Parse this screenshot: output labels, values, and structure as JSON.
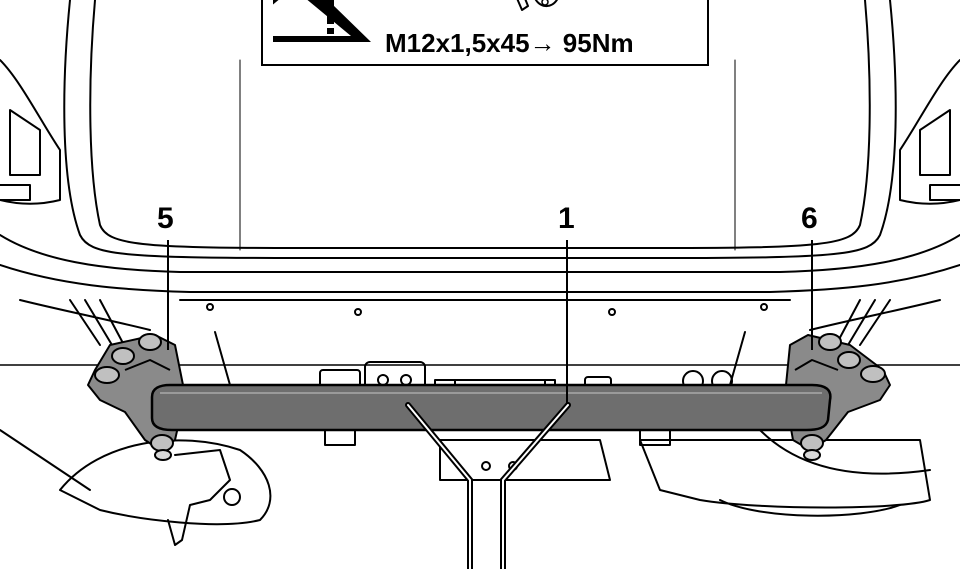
{
  "warning": {
    "torque_spec": "M12x1,5x45→ 95Nm",
    "icon": "warning-triangle-icon",
    "tool_icon": "torque-wrench-icon"
  },
  "callouts": {
    "crossbar": "1",
    "left_bracket": "5",
    "right_bracket": "6"
  },
  "colors": {
    "line": "#000000",
    "crossbar_fill": "#6e6e6e",
    "bracket_fill": "#8a8a8a",
    "background": "#ffffff"
  }
}
